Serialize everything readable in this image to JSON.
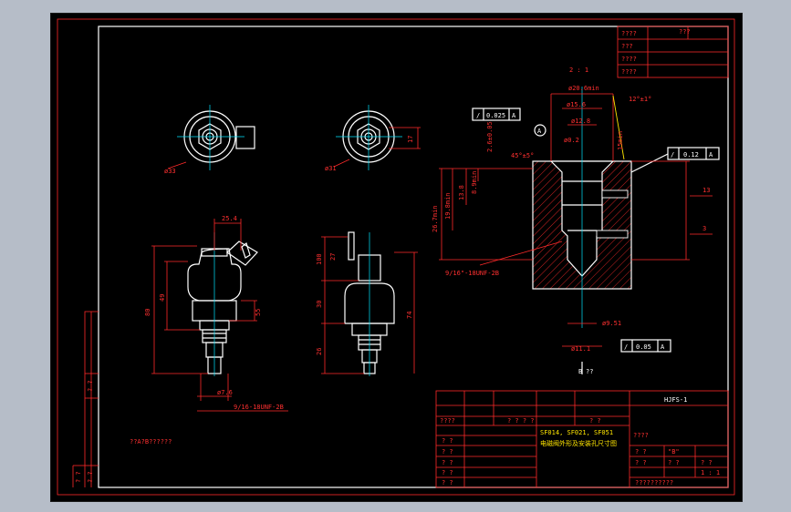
{
  "drawing": {
    "scale_label": "2 : 1",
    "part_no": "HJFS-1",
    "note_left": "??A?B??????",
    "thread_main": "9/16-18UNF-2B",
    "thread_detail": "9/16\"-18UNF-2B",
    "section_mark": "B",
    "section_mark_suffix": "??",
    "view_mark_a": "A"
  },
  "dims": {
    "d33": "ø33",
    "d31": "ø31",
    "d17": "17",
    "d25_4": "25.4",
    "d80": "80",
    "d49": "49",
    "d55": "55",
    "d74": "74",
    "d30": "30",
    "d26": "26",
    "d27": "27",
    "d100": "100",
    "d7_6": "ø7.6",
    "d20_6": "ø20.6min",
    "d15_6": "ø15.6",
    "d12_8": "ø12.8",
    "d_tol": "ø0.2",
    "d45": "45°±5°",
    "d2_6": "2.6±0.05",
    "d12": "12°±1°",
    "d15min": "15min",
    "d19_8": "19.8min",
    "d26_7": "26.7min",
    "d13_8": "13.8",
    "d8_9": "8.9min",
    "d9_5": "ø9.51",
    "d11_1": "ø11.1",
    "d13": "13",
    "d3": "3",
    "tol1_sym": "/",
    "tol1_val": "0.025",
    "tol1_ref": "A",
    "tol2_sym": "/",
    "tol2_val": "0.12",
    "tol2_ref": "A",
    "tol3_sym": "/",
    "tol3_val": "0.05",
    "tol3_ref": "A"
  },
  "top_right_table": {
    "rows": [
      "????",
      "???",
      "????",
      "????"
    ],
    "corner": "???"
  },
  "left_margin": {
    "label1": "? ?",
    "label2": "? ?",
    "label3": "? ?"
  },
  "title_block": {
    "title_line1": "SF014, SF021, SF051",
    "title_line2": "电磁阀外形及安装孔尺寸图",
    "rows_left": [
      "? ?",
      "? ?",
      "? ?",
      "? ?",
      "? ?"
    ],
    "header_cells": [
      "????",
      "? ? ? ?",
      "? ?"
    ],
    "right_cells": [
      "????",
      "? ?",
      "\"B\"",
      "? ?",
      "? ?",
      "? ?",
      "1 : 1",
      "??????????"
    ]
  }
}
